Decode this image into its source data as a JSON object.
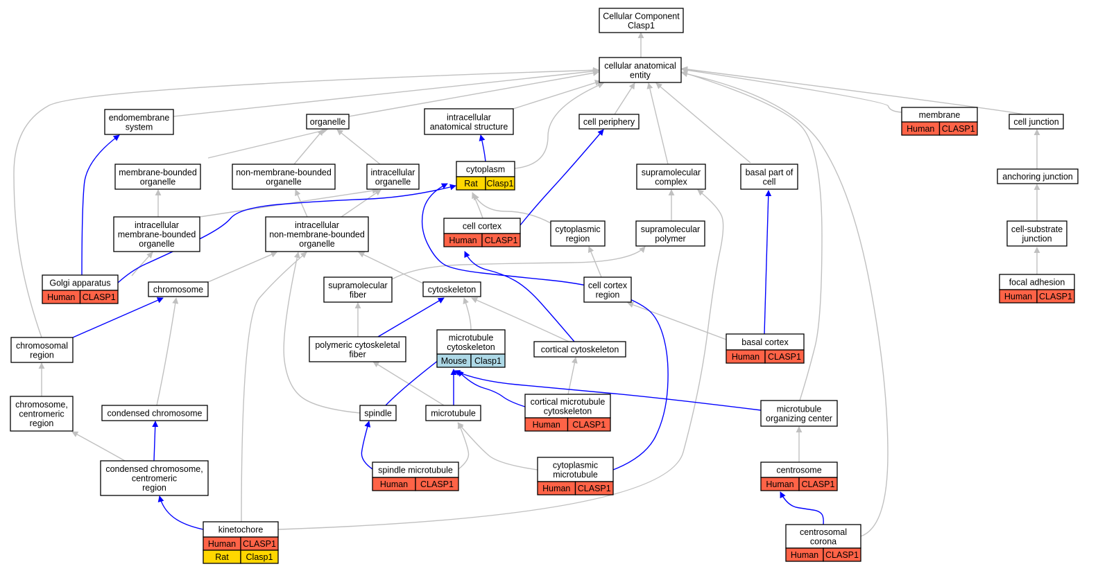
{
  "colors": {
    "is_a_edge": "#c0c0c0",
    "part_of_edge": "#0000ff",
    "human": "#ff6347",
    "rat": "#ffd700",
    "mouse": "#add8e6"
  },
  "nodes": {
    "root": [
      "Cellular Component",
      "Clasp1"
    ],
    "cae": [
      "cellular anatomical",
      "entity"
    ],
    "endo": [
      "endomembrane",
      "system"
    ],
    "organelle": [
      "organelle"
    ],
    "ias": [
      "intracellular",
      "anatomical structure"
    ],
    "cellper": [
      "cell periphery"
    ],
    "membrane": [
      "membrane"
    ],
    "celljunc": [
      "cell junction"
    ],
    "mbo": [
      "membrane-bounded",
      "organelle"
    ],
    "nmbo": [
      "non-membrane-bounded",
      "organelle"
    ],
    "io": [
      "intracellular",
      "organelle"
    ],
    "cytoplasm": [
      "cytoplasm"
    ],
    "supcomplex": [
      "supramolecular",
      "complex"
    ],
    "basalpart": [
      "basal part of",
      "cell"
    ],
    "anchjunc": [
      "anchoring junction"
    ],
    "imbo": [
      "intracellular",
      "membrane-bounded",
      "organelle"
    ],
    "inmbo": [
      "intracellular",
      "non-membrane-bounded",
      "organelle"
    ],
    "cellcortex": [
      "cell cortex"
    ],
    "cytoregion": [
      "cytoplasmic",
      "region"
    ],
    "suppolymer": [
      "supramolecular",
      "polymer"
    ],
    "csjunc": [
      "cell-substrate",
      "junction"
    ],
    "golgi": [
      "Golgi apparatus"
    ],
    "chromosome": [
      "chromosome"
    ],
    "supfiber": [
      "supramolecular",
      "fiber"
    ],
    "cytoskeleton": [
      "cytoskeleton"
    ],
    "ccregion": [
      "cell cortex",
      "region"
    ],
    "focaladh": [
      "focal adhesion"
    ],
    "chromregion": [
      "chromosomal",
      "region"
    ],
    "pcf": [
      "polymeric cytoskeletal",
      "fiber"
    ],
    "mtcyto": [
      "microtubule",
      "cytoskeleton"
    ],
    "corticalcyto": [
      "cortical cytoskeleton"
    ],
    "basalcortex": [
      "basal cortex"
    ],
    "ccr": [
      "chromosome,",
      "centromeric",
      "region"
    ],
    "condchrom": [
      "condensed chromosome"
    ],
    "spindle": [
      "spindle"
    ],
    "microtubule": [
      "microtubule"
    ],
    "cmtc": [
      "cortical microtubule",
      "cytoskeleton"
    ],
    "mtoc": [
      "microtubule",
      "organizing center"
    ],
    "centrosome": [
      "centrosome"
    ],
    "ccentro": [
      "condensed chromosome,",
      "centromeric",
      "region"
    ],
    "spindlemt": [
      "spindle microtubule"
    ],
    "cytomt": [
      "cytoplasmic",
      "microtubule"
    ],
    "kinetochore": [
      "kinetochore"
    ],
    "corona": [
      "centrosomal",
      "corona"
    ]
  },
  "annotations": {
    "membrane": [
      [
        "Human",
        "CLASP1"
      ]
    ],
    "cytoplasm": [
      [
        "Rat",
        "Clasp1"
      ]
    ],
    "cellcortex": [
      [
        "Human",
        "CLASP1"
      ]
    ],
    "golgi": [
      [
        "Human",
        "CLASP1"
      ]
    ],
    "focaladh": [
      [
        "Human",
        "CLASP1"
      ]
    ],
    "mtcyto": [
      [
        "Mouse",
        "Clasp1"
      ]
    ],
    "basalcortex": [
      [
        "Human",
        "CLASP1"
      ]
    ],
    "cmtc": [
      [
        "Human",
        "CLASP1"
      ]
    ],
    "centrosome": [
      [
        "Human",
        "CLASP1"
      ]
    ],
    "spindlemt": [
      [
        "Human",
        "CLASP1"
      ]
    ],
    "cytomt": [
      [
        "Human",
        "CLASP1"
      ]
    ],
    "kinetochore": [
      [
        "Human",
        "CLASP1"
      ],
      [
        "Rat",
        "Clasp1"
      ]
    ],
    "corona": [
      [
        "Human",
        "CLASP1"
      ]
    ]
  },
  "edges": {
    "is_a": [
      [
        "cae",
        "root"
      ],
      [
        "endo",
        "cae"
      ],
      [
        "organelle",
        "cae"
      ],
      [
        "ias",
        "cae"
      ],
      [
        "cellper",
        "cae"
      ],
      [
        "membrane",
        "cae"
      ],
      [
        "celljunc",
        "cae"
      ],
      [
        "mbo",
        "organelle"
      ],
      [
        "nmbo",
        "organelle"
      ],
      [
        "io",
        "organelle"
      ],
      [
        "cytoplasm",
        "cae"
      ],
      [
        "supcomplex",
        "cae"
      ],
      [
        "basalpart",
        "cae"
      ],
      [
        "anchjunc",
        "celljunc"
      ],
      [
        "imbo",
        "mbo"
      ],
      [
        "imbo",
        "io"
      ],
      [
        "inmbo",
        "nmbo"
      ],
      [
        "inmbo",
        "io"
      ],
      [
        "cellcortex",
        "cytoplasm"
      ],
      [
        "cytoregion",
        "cytoplasm"
      ],
      [
        "suppolymer",
        "supcomplex"
      ],
      [
        "csjunc",
        "anchjunc"
      ],
      [
        "golgi",
        "imbo"
      ],
      [
        "chromosome",
        "inmbo"
      ],
      [
        "supfiber",
        "suppolymer"
      ],
      [
        "cytoskeleton",
        "inmbo"
      ],
      [
        "ccregion",
        "cytoregion"
      ],
      [
        "focaladh",
        "csjunc"
      ],
      [
        "chromregion",
        "cae"
      ],
      [
        "pcf",
        "supfiber"
      ],
      [
        "mtcyto",
        "cytoskeleton"
      ],
      [
        "corticalcyto",
        "cytoskeleton"
      ],
      [
        "basalcortex",
        "ccregion"
      ],
      [
        "ccr",
        "chromregion"
      ],
      [
        "condchrom",
        "chromosome"
      ],
      [
        "spindle",
        "inmbo"
      ],
      [
        "microtubule",
        "pcf"
      ],
      [
        "cmtc",
        "corticalcyto"
      ],
      [
        "mtoc",
        "cae"
      ],
      [
        "centrosome",
        "mtoc"
      ],
      [
        "ccentro",
        "ccr"
      ],
      [
        "spindlemt",
        "microtubule"
      ],
      [
        "cytomt",
        "microtubule"
      ],
      [
        "kinetochore",
        "inmbo"
      ],
      [
        "kinetochore",
        "supcomplex"
      ],
      [
        "corona",
        "cae"
      ]
    ],
    "part_of": [
      [
        "golgi",
        "endo"
      ],
      [
        "cytoplasm",
        "ias"
      ],
      [
        "cellcortex",
        "cellper"
      ],
      [
        "golgi",
        "cytoplasm"
      ],
      [
        "chromregion",
        "chromosome"
      ],
      [
        "pcf",
        "cytoskeleton"
      ],
      [
        "basalcortex",
        "basalpart"
      ],
      [
        "spindle",
        "mtcyto"
      ],
      [
        "microtubule",
        "mtcyto"
      ],
      [
        "cmtc",
        "mtcyto"
      ],
      [
        "mtoc",
        "mtcyto"
      ],
      [
        "corticalcyto",
        "cellcortex"
      ],
      [
        "ccentro",
        "condchrom"
      ],
      [
        "spindlemt",
        "spindle"
      ],
      [
        "cytomt",
        "cytoplasm"
      ],
      [
        "kinetochore",
        "ccentro"
      ],
      [
        "corona",
        "centrosome"
      ]
    ]
  }
}
